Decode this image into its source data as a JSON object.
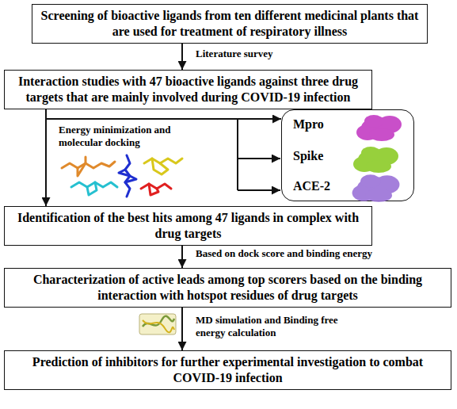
{
  "diagram": {
    "nodes": [
      {
        "text": [
          "Screening of bioactive ligands from ten different medicinal plants that are used for treatment of respiratory illness"
        ]
      },
      {
        "text": [
          "Interaction studies with 47 bioactive ligands against three drug targets that are mainly involved during COVID-19 infection"
        ]
      },
      {
        "text": [
          "Mpro",
          "Spike",
          "ACE-2"
        ]
      },
      {
        "text": [
          "Identification of the best hits among 47 ligands in complex with drug targets"
        ]
      },
      {
        "text": [
          "Characterization of active leads among top scorers based on the binding interaction with hotspot residues of drug targets"
        ]
      },
      {
        "text": [
          "Prediction of inhibitors for further experimental investigation to combat COVID-19 infection"
        ]
      }
    ],
    "edges": [
      {
        "from": 0,
        "to": 1,
        "arrow": "to",
        "label": "Literature survey"
      },
      {
        "from": 1,
        "to": 3,
        "arrow": "to",
        "label": "Energy minimization and molecular docking"
      },
      {
        "from": 1,
        "to": 2,
        "arrow": "to"
      },
      {
        "from": 3,
        "to": 4,
        "arrow": "to",
        "label": "Based on dock score and binding energy"
      },
      {
        "from": 4,
        "to": 5,
        "arrow": "to",
        "label": "MD simulation and Binding free energy calculation"
      }
    ]
  }
}
